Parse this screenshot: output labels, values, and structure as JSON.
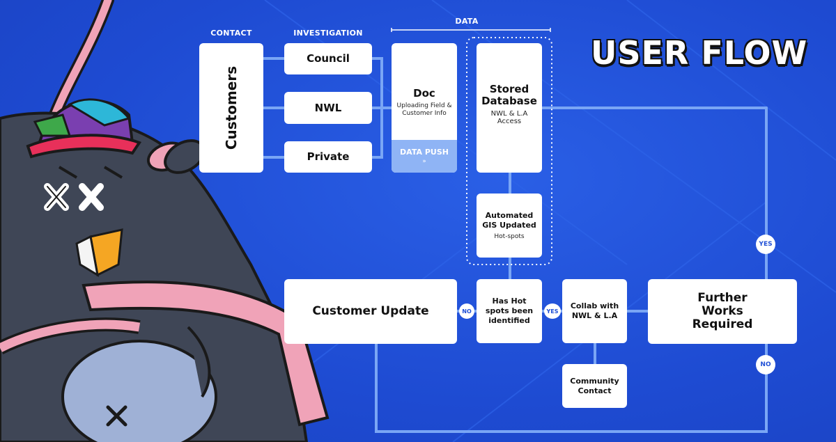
{
  "title": "USER FLOW",
  "headers": {
    "contact": "CONTACT",
    "investigation": "INVESTIGATION",
    "data": "DATA"
  },
  "nodes": {
    "customers": "Customers",
    "council": "Council",
    "nwl": "NWL",
    "private": "Private",
    "doc": {
      "title": "Doc",
      "sub": "Uploading Field & Customer Info"
    },
    "data_push": "DATA PUSH",
    "stored_db": {
      "title": "Stored Database",
      "sub": "NWL & L.A Access"
    },
    "gis": {
      "title": "Automated GIS Updated",
      "sub": "Hot-spots"
    },
    "customer_update": "Customer Update",
    "hotspots": "Has Hot spots been identified",
    "collab": "Collab with NWL & L.A",
    "further": "Further Works Required",
    "community": "Community Contact"
  },
  "badges": {
    "no_left": "NO",
    "yes_mid": "YES",
    "yes_right": "YES",
    "no_right": "NO"
  },
  "colors": {
    "background": "#1f4fd6",
    "line": "#7aa6f5",
    "box": "#ffffff",
    "badge_text": "#1f4fd6"
  }
}
